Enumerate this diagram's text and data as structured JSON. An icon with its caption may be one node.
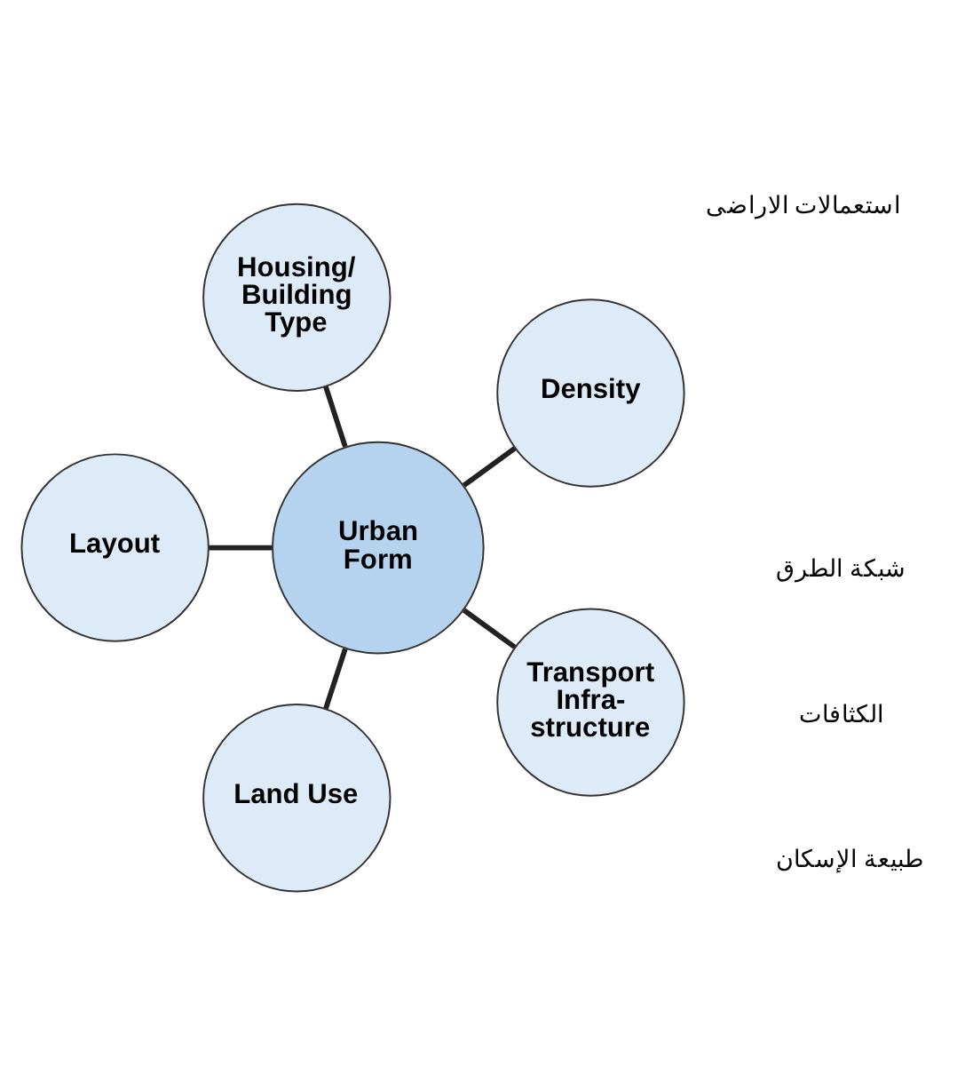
{
  "diagram": {
    "nodes": [
      {
        "text": [
          "Urban Form"
        ]
      },
      {
        "text": [
          "Density"
        ]
      },
      {
        "text": [
          "Housing/ Building Type"
        ]
      },
      {
        "text": [
          "Layout"
        ]
      },
      {
        "text": [
          "Land Use"
        ]
      },
      {
        "text": [
          "Transport Infra- structure"
        ]
      }
    ],
    "edges": [
      {
        "from": 0,
        "to": 1,
        "arrow": "none"
      },
      {
        "from": 0,
        "to": 2,
        "arrow": "none"
      },
      {
        "from": 0,
        "to": 3,
        "arrow": "none"
      },
      {
        "from": 0,
        "to": 4,
        "arrow": "none"
      },
      {
        "from": 0,
        "to": 5,
        "arrow": "none"
      }
    ],
    "labels": [
      "الكثافات",
      "شبكة الطرق",
      "طبيعة الإسكان",
      "استعمالات الاراضى"
    ]
  }
}
